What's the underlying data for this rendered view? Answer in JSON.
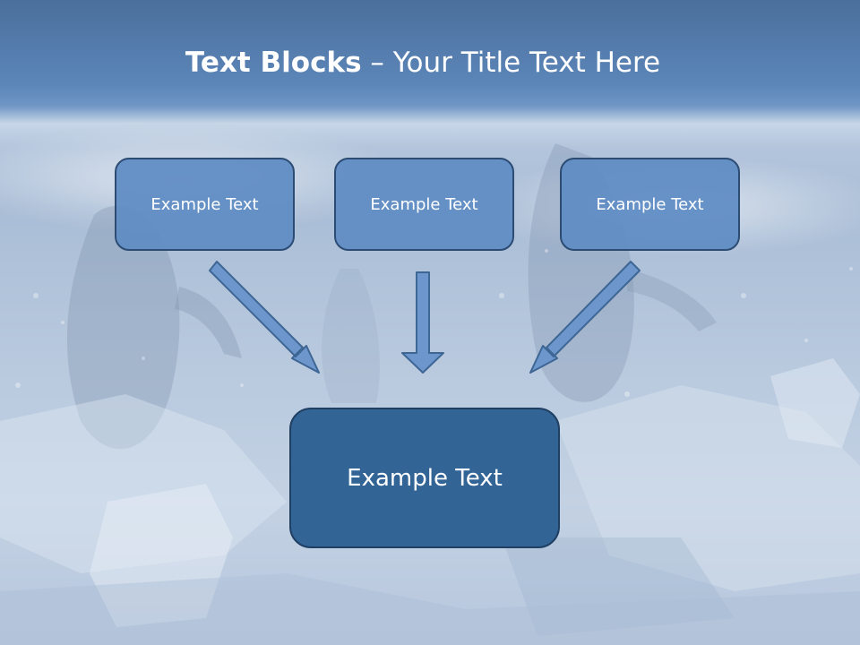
{
  "slide": {
    "title_bold": "Text Blocks",
    "title_dash": " – ",
    "title_rest": "Your Title Text Here",
    "blocks": [
      {
        "text": "Example Text"
      },
      {
        "text": "Example Text"
      },
      {
        "text": "Example Text"
      }
    ],
    "main_block": {
      "text": "Example Text"
    }
  },
  "colors": {
    "block_fill": "#5f8cc4",
    "block_border": "#2c4c74",
    "main_block_fill": "#336496",
    "arrow_fill": "#6d97cc",
    "title_text": "#ffffff"
  }
}
